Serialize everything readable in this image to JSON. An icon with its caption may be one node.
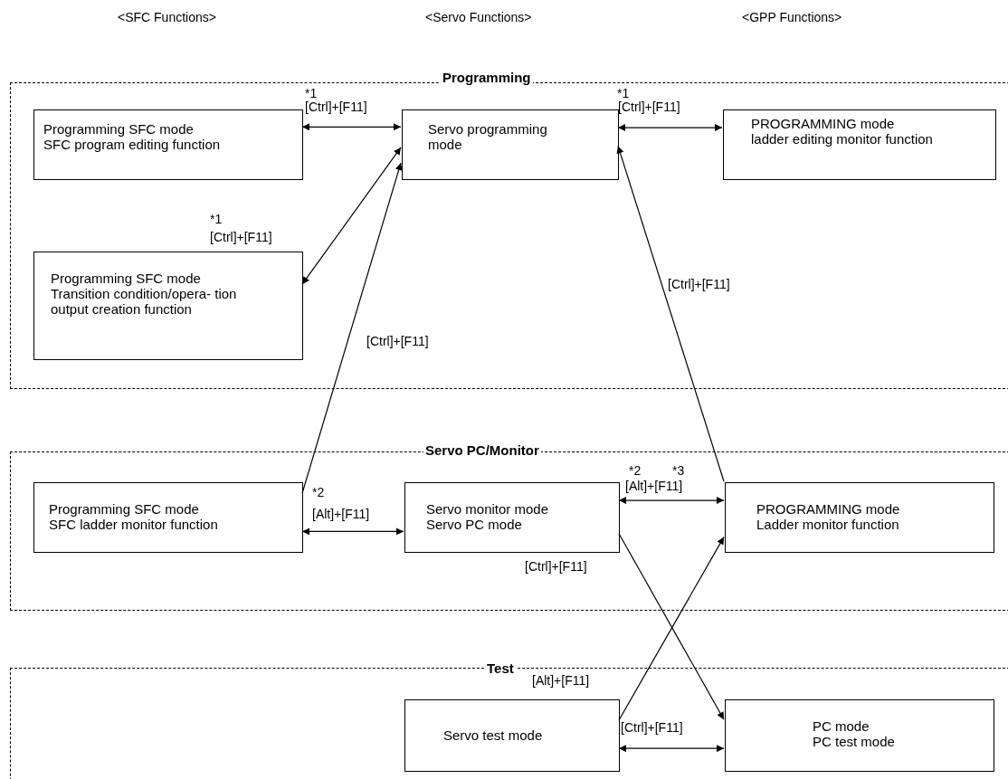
{
  "diagram": {
    "nodes": [
      {
        "text": [
          "Programming"
        ]
      },
      {
        "text": [
          "Programming SFC mode",
          "SFC program editing function"
        ],
        "in": 0
      },
      {
        "text": [
          "Servo programming mode"
        ],
        "in": 0
      },
      {
        "text": [
          "PROGRAMMING mode",
          "ladder editing monitor function"
        ],
        "in": 0
      },
      {
        "text": [
          "Programming SFC mode",
          "Transition condition/opera- tion output creation function"
        ],
        "in": 0
      },
      {
        "text": [
          "Servo PC/Monitor"
        ]
      },
      {
        "text": [
          "Programming SFC mode",
          "SFC ladder monitor function"
        ],
        "in": 5
      },
      {
        "text": [
          "Servo monitor mode",
          "Servo PC mode"
        ],
        "in": 5
      },
      {
        "text": [
          "PROGRAMMING mode",
          "Ladder monitor function"
        ],
        "in": 5
      },
      {
        "text": [
          "Test"
        ]
      },
      {
        "text": [
          "Servo test mode"
        ],
        "in": 9
      },
      {
        "text": [
          "PC mode",
          "PC test mode"
        ],
        "in": 9
      }
    ],
    "edges": [
      {
        "from": 1,
        "to": 2,
        "arrow": "both",
        "label": "[Ctrl]+[F11]"
      },
      {
        "from": 4,
        "to": 2,
        "arrow": "both",
        "label": "[Ctrl]+[F11]"
      },
      {
        "from": 2,
        "to": 3,
        "arrow": "both",
        "label": "[Ctrl]+[F11]"
      },
      {
        "from": 6,
        "to": 2,
        "arrow": "to",
        "label": "[Ctrl]+[F11]"
      },
      {
        "from": 8,
        "to": 2,
        "arrow": "to",
        "label": "[Ctrl]+[F11]"
      },
      {
        "from": 6,
        "to": 7,
        "arrow": "both",
        "label": "[Alt]+[F11]"
      },
      {
        "from": 7,
        "to": 8,
        "arrow": "both",
        "label": "[Alt]+[F11]"
      },
      {
        "from": 7,
        "to": 11,
        "arrow": "to",
        "label": "[Ctrl]+[F11]"
      },
      {
        "from": 10,
        "to": 8,
        "arrow": "to",
        "label": "[Alt]+[F11]"
      },
      {
        "from": 10,
        "to": 11,
        "arrow": "both",
        "label": "[Ctrl]+[F11]"
      }
    ],
    "labels": [
      "<SFC Functions>",
      "<Servo Functions>",
      "<GPP Functions>",
      "*1",
      "*1",
      "*1",
      "*2",
      "*2",
      "*3"
    ]
  }
}
